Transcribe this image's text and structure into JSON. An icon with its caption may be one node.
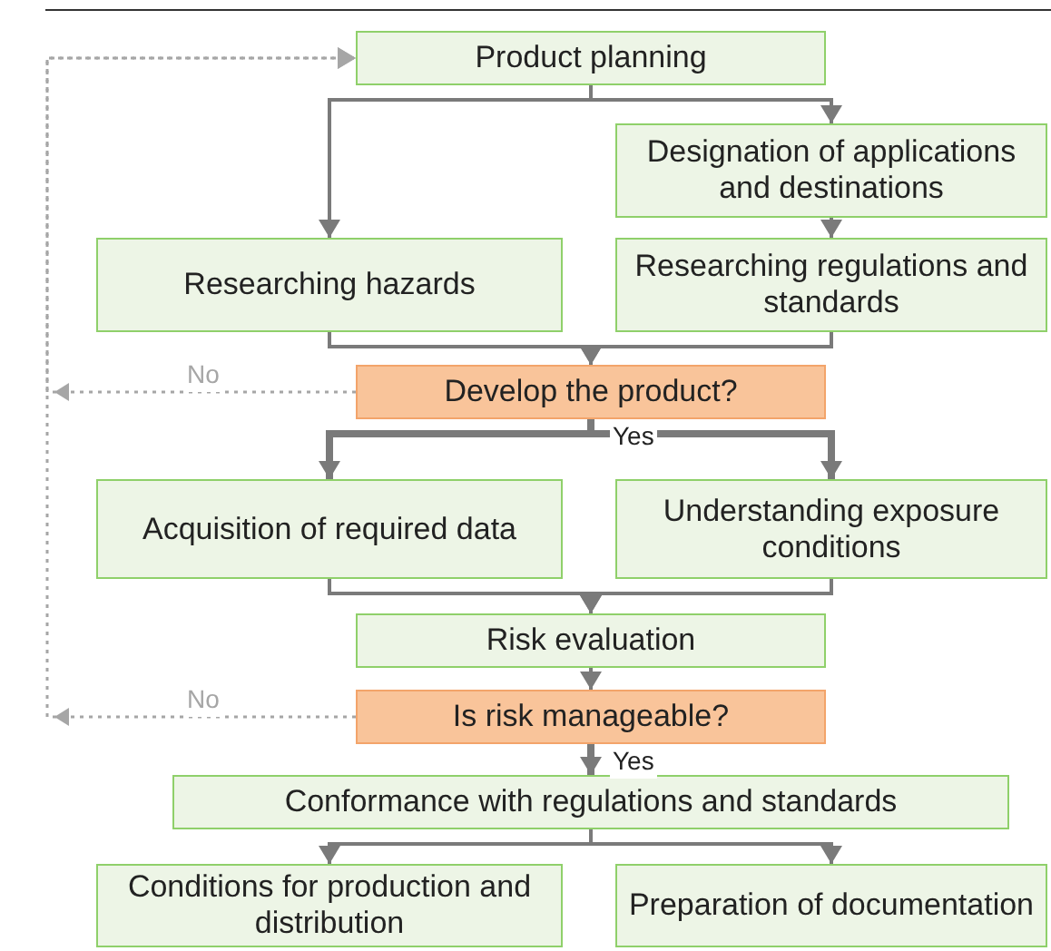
{
  "diagram": {
    "nodes": [
      {
        "text": [
          "Product planning"
        ]
      },
      {
        "text": [
          "Designation of applications and destinations"
        ]
      },
      {
        "text": [
          "Researching hazards"
        ]
      },
      {
        "text": [
          "Researching regulations and standards"
        ]
      },
      {
        "text": [
          "Develop the product?"
        ]
      },
      {
        "text": [
          "Acquisition of required data"
        ]
      },
      {
        "text": [
          "Understanding exposure conditions"
        ]
      },
      {
        "text": [
          "Risk evaluation"
        ]
      },
      {
        "text": [
          "Is risk manageable?"
        ]
      },
      {
        "text": [
          "Conformance with regulations and standards"
        ]
      },
      {
        "text": [
          "Conditions for production and distribution"
        ]
      },
      {
        "text": [
          "Preparation of documentation"
        ]
      }
    ],
    "edges": [
      {
        "from": 0,
        "to": 2,
        "arrow": "to"
      },
      {
        "from": 0,
        "to": 1,
        "arrow": "to"
      },
      {
        "from": 1,
        "to": 3,
        "arrow": "to"
      },
      {
        "from": 2,
        "to": 4,
        "arrow": "to"
      },
      {
        "from": 3,
        "to": 4,
        "arrow": "to"
      },
      {
        "from": 4,
        "to": 0,
        "arrow": "to",
        "label": "No",
        "style": "dashed",
        "color": "#a6a6a6"
      },
      {
        "from": 4,
        "to": 5,
        "arrow": "to",
        "label": "Yes",
        "style": "thick"
      },
      {
        "from": 4,
        "to": 6,
        "arrow": "to",
        "style": "thick"
      },
      {
        "from": 5,
        "to": 7,
        "arrow": "to"
      },
      {
        "from": 6,
        "to": 7,
        "arrow": "to"
      },
      {
        "from": 7,
        "to": 8,
        "arrow": "to"
      },
      {
        "from": 8,
        "to": 0,
        "arrow": "to",
        "label": "No",
        "style": "dashed",
        "color": "#a6a6a6"
      },
      {
        "from": 8,
        "to": 9,
        "arrow": "to",
        "label": "Yes",
        "style": "thick"
      },
      {
        "from": 9,
        "to": 10,
        "arrow": "to"
      },
      {
        "from": 9,
        "to": 11,
        "arrow": "to"
      }
    ]
  }
}
